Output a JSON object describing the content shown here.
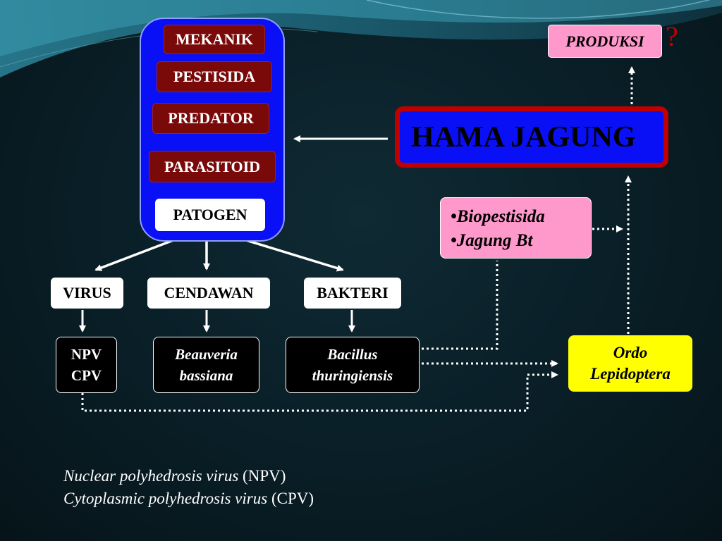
{
  "control_methods": [
    "MEKANIK",
    "PESTISIDA",
    "PREDATOR",
    "PARASITOID",
    "PATOGEN"
  ],
  "main_node": "HAMA JAGUNG",
  "output_node": "PRODUKSI",
  "question_mark": "?",
  "pathogen_types": [
    "VIRUS",
    "CENDAWAN",
    "BAKTERI"
  ],
  "agents": {
    "virus": [
      "NPV",
      "CPV"
    ],
    "fungus": [
      "Beauveria",
      "bassiana"
    ],
    "bacteria": [
      "Bacillus",
      "thuringiensis"
    ]
  },
  "derived_products": [
    "•Biopestisida",
    "•Jagung Bt"
  ],
  "target_order": [
    "Ordo",
    "Lepidoptera"
  ],
  "footnotes": [
    {
      "term": "Nuclear polyhedrosis virus",
      "abbr": " (NPV)"
    },
    {
      "term": "Cytoplasmic polyhedrosis virus",
      "abbr": " (CPV)"
    }
  ],
  "colors": {
    "panel_blue": "#0a10f5",
    "method_maroon": "#7a0a0a",
    "frame_red": "#c00000",
    "pink": "#ff99cc",
    "yellow": "#ffff00",
    "background": "#081b22"
  }
}
